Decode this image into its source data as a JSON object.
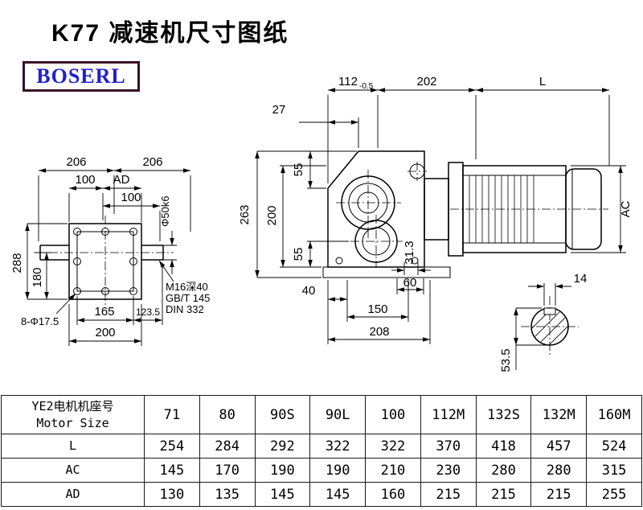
{
  "page": {
    "title": "K77 减速机尺寸图纸",
    "logo": "BOSERL"
  },
  "dims": {
    "w112": "112",
    "w112_tol": "-0.5",
    "w202": "202",
    "wL": "L",
    "w27": "27",
    "h55_top": "55",
    "h263": "263",
    "h200": "200",
    "h55_bot": "55",
    "w31_3": "31.3",
    "w40": "40",
    "w60": "60",
    "w150": "150",
    "w208": "208",
    "hAC": "AC",
    "w14": "14",
    "h53_5": "53.5",
    "w206a": "206",
    "w206b": "206",
    "w100a": "100",
    "wAD": "AD",
    "w100b": "100",
    "shaft_dia": "Φ50k6",
    "h288": "288",
    "h180": "180",
    "w165": "165",
    "w123_5": "123.5",
    "w200b": "200",
    "holes": "8-Φ17.5",
    "tap_line1": "M16深40",
    "tap_line2": "GB/T 145",
    "tap_line3": "DIN 332"
  },
  "table": {
    "header_cn": "YE2电机机座号",
    "header_en": "Motor Size",
    "sizes": [
      "71",
      "80",
      "90S",
      "90L",
      "100",
      "112M",
      "132S",
      "132M",
      "160M"
    ],
    "rows": [
      {
        "label": "L",
        "values": [
          "254",
          "284",
          "292",
          "322",
          "322",
          "370",
          "418",
          "457",
          "524"
        ]
      },
      {
        "label": "AC",
        "values": [
          "145",
          "170",
          "190",
          "190",
          "210",
          "230",
          "280",
          "280",
          "315"
        ]
      },
      {
        "label": "AD",
        "values": [
          "130",
          "135",
          "145",
          "145",
          "160",
          "215",
          "215",
          "215",
          "255"
        ]
      }
    ]
  }
}
